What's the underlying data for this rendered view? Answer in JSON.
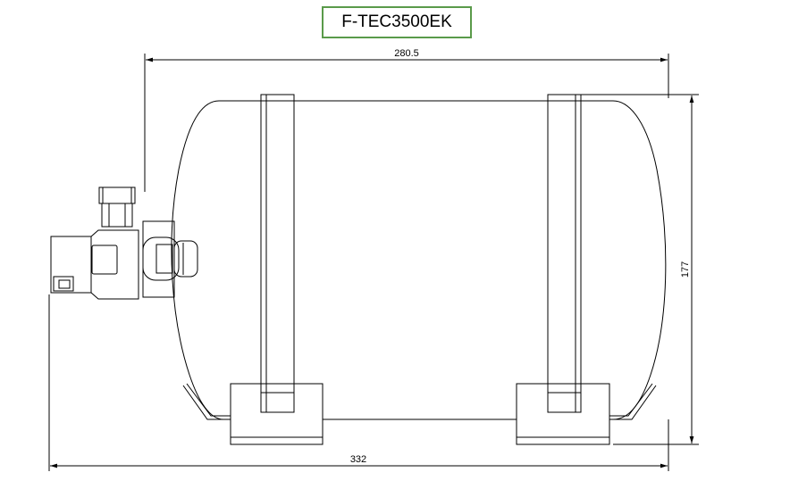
{
  "title": "F-TEC3500EK",
  "dimensions": {
    "top_width": "280.5",
    "height": "177",
    "overall_width": "332"
  },
  "colors": {
    "title_border": "#5a9a4a",
    "line": "#000000"
  }
}
